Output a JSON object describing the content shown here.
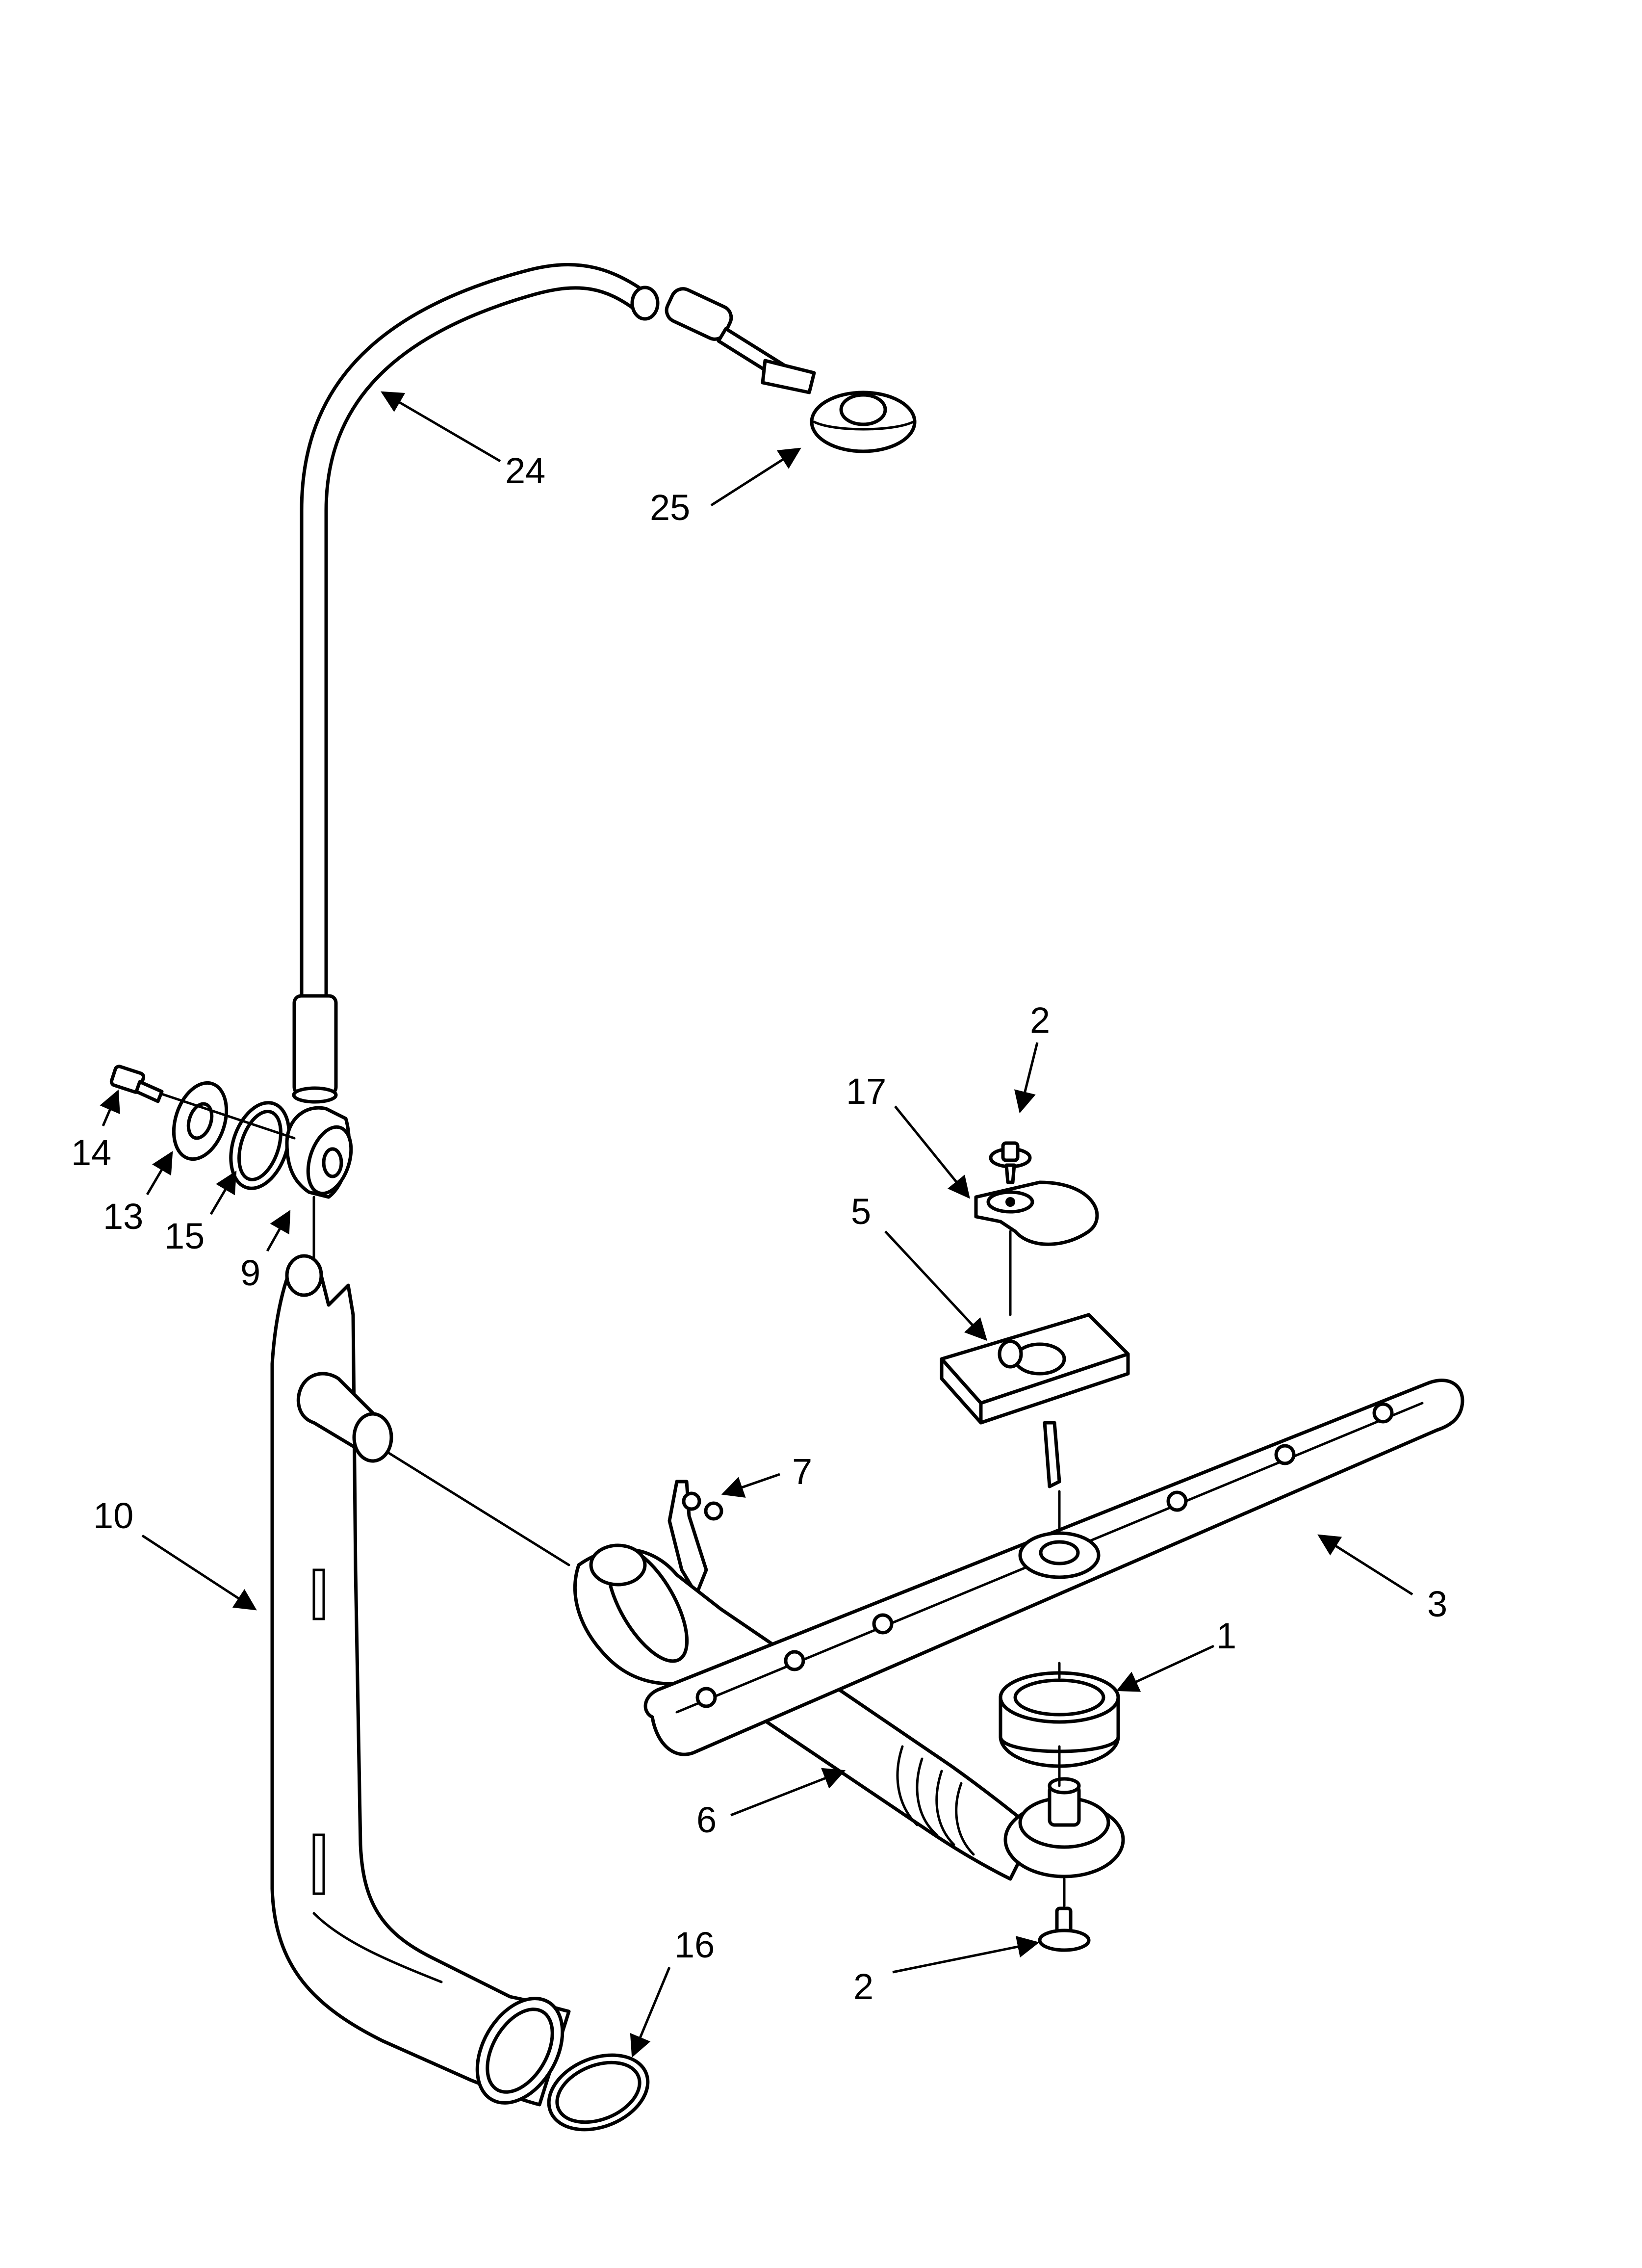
{
  "diagram": {
    "background": "#ffffff",
    "line_color": "#000000",
    "callouts": {
      "c1": "1",
      "c2_top": "2",
      "c2_bottom": "2",
      "c3": "3",
      "c5": "5",
      "c6": "6",
      "c7": "7",
      "c9": "9",
      "c10": "10",
      "c13": "13",
      "c14": "14",
      "c15": "15",
      "c16": "16",
      "c17": "17",
      "c24": "24",
      "c25": "25"
    }
  }
}
